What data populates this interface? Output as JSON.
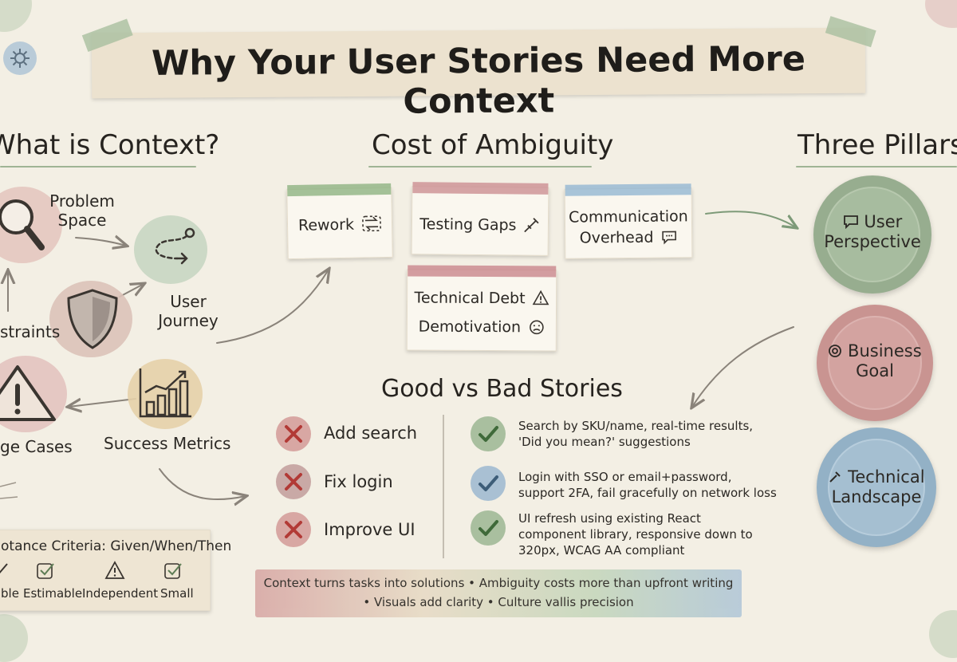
{
  "title": "Why Your User Stories Need More Context",
  "sections": {
    "what_is_context": "What is Context?",
    "cost_of_ambiguity": "Cost of Ambiguity",
    "three_pillars": "Three Pillars",
    "good_vs_bad": "Good vs Bad Stories"
  },
  "context_nodes": {
    "problem_space": [
      "Problem",
      "Space"
    ],
    "constraints": "straints",
    "user_journey": [
      "User",
      "Journey"
    ],
    "edge_cases": "ge Cases",
    "success_metrics": "Success Metrics"
  },
  "costs": {
    "rework": "Rework",
    "testing_gaps": "Testing Gaps",
    "communication_overhead": [
      "Communication",
      "Overhead"
    ],
    "technical_debt": "Technical Debt",
    "demotivation": "Demotivation"
  },
  "pillars": {
    "user_perspective": [
      "User",
      "Perspective"
    ],
    "business_goal": [
      "Business",
      "Goal"
    ],
    "technical_landscape": [
      "Technical",
      "Landscape"
    ]
  },
  "bad_stories": [
    "Add search",
    "Fix login",
    "Improve UI"
  ],
  "good_stories": [
    [
      "Search by SKU/name, real-time results,",
      "'Did you mean?' suggestions"
    ],
    [
      "Login with SSO or email+password,",
      "support 2FA, fail gracefully on network loss"
    ],
    [
      "UI refresh using existing React",
      "component library, responsive down to",
      "320px, WCAG AA compliant"
    ]
  ],
  "acceptance": {
    "title": "otance Criteria: Given/When/Then",
    "items": [
      "ble",
      "Estimable",
      "Independent",
      "Small"
    ]
  },
  "footer": [
    "Context turns tasks into solutions • Ambiguity costs more than upfront writing",
    "• Visuals add clarity • Culture vallis precision"
  ],
  "colors": {
    "background": "#f3efe4",
    "green": "#8fa98a",
    "red": "#c98a8a",
    "blue": "#8fb0c8",
    "tan": "#d8c3a0"
  },
  "icons": {
    "settings": "gear-icon",
    "problem_space": "magnifier-icon",
    "user_journey": "route-icon",
    "constraints": "shield-icon",
    "edge_cases": "warning-icon",
    "success_metrics": "growth-chart-icon"
  }
}
